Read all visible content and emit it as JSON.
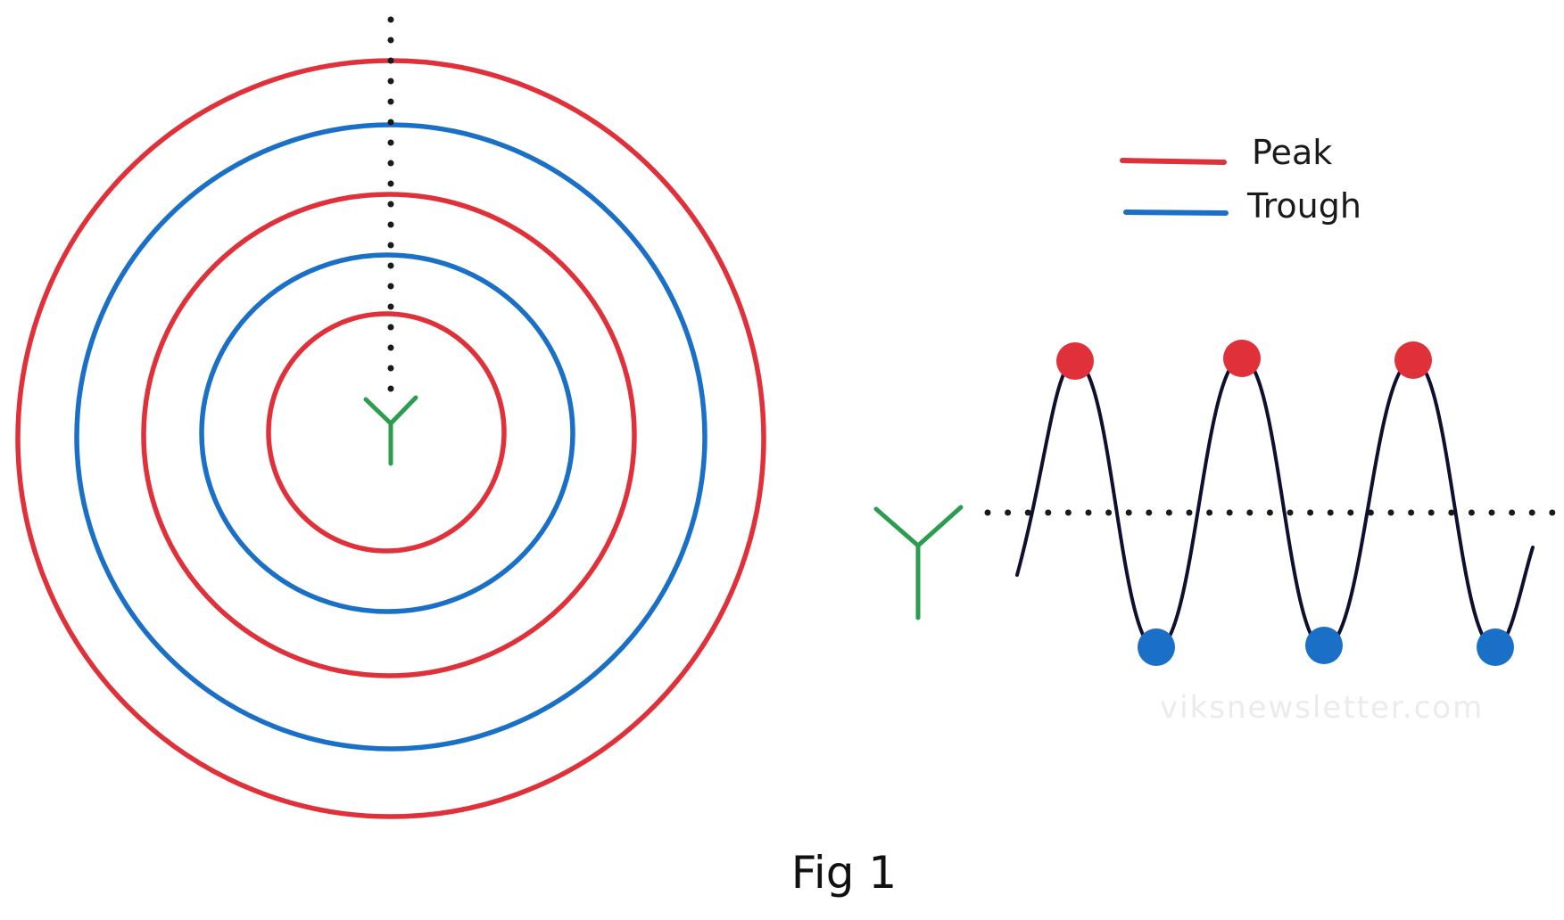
{
  "colors": {
    "peak": "#e0303a",
    "trough": "#1a6fc6",
    "antenna": "#2a9e4e",
    "wave": "#0f1030",
    "dotted": "#1a1a1a"
  },
  "legend": {
    "peak_label": "Peak",
    "trough_label": "Trough"
  },
  "rings": [
    "peak",
    "trough",
    "peak",
    "trough",
    "peak"
  ],
  "wave": {
    "peaks": 3,
    "troughs": 3
  },
  "watermark": "viksnewsletter.com",
  "caption": "Fig 1"
}
